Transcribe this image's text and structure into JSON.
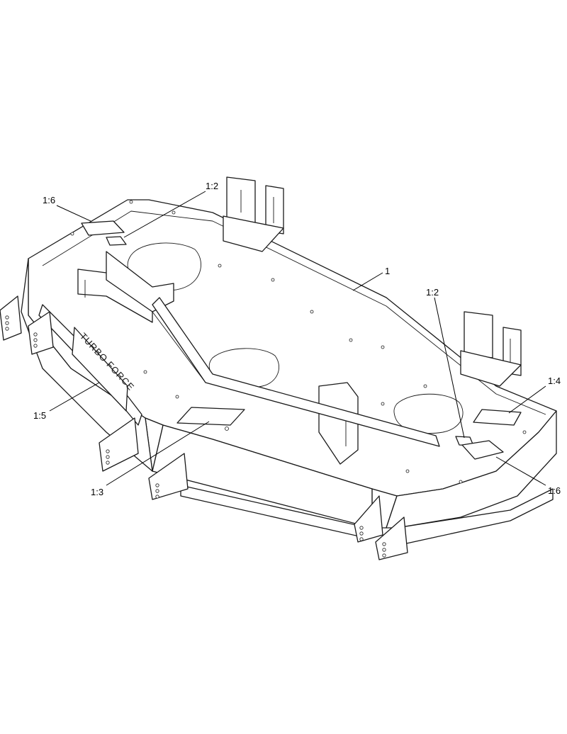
{
  "decal": {
    "brand_text": "TURBO FORCE"
  },
  "callouts": [
    {
      "id": "c-1-6-top",
      "label": "1:6"
    },
    {
      "id": "c-1-2-top",
      "label": "1:2"
    },
    {
      "id": "c-1",
      "label": "1"
    },
    {
      "id": "c-1-2-right",
      "label": "1:2"
    },
    {
      "id": "c-1-4",
      "label": "1:4"
    },
    {
      "id": "c-1-5",
      "label": "1:5"
    },
    {
      "id": "c-1-3",
      "label": "1:3"
    },
    {
      "id": "c-1-6-bottom",
      "label": "1:6"
    }
  ]
}
